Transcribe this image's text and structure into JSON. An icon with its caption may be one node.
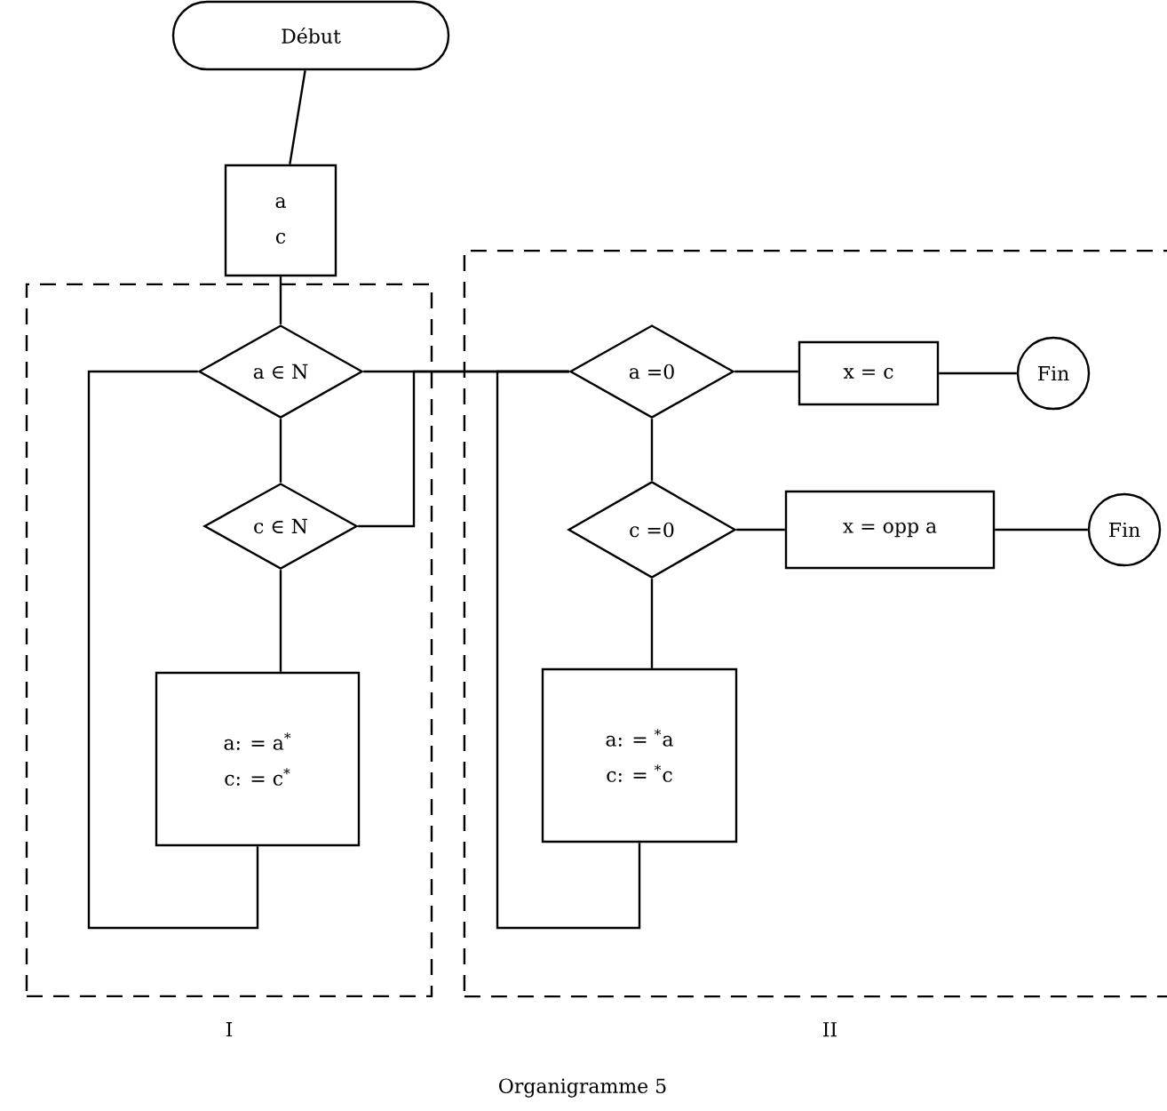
{
  "diagram": {
    "caption": "Organigramme 5",
    "nodes": [
      {
        "text": [
          "Début"
        ]
      },
      {
        "text": [
          "a",
          "c"
        ]
      },
      {
        "text": [
          "I"
        ]
      },
      {
        "text": [
          "II"
        ]
      },
      {
        "text": [
          "a ∈ N"
        ],
        "in": 2
      },
      {
        "text": [
          "c ∈ N"
        ],
        "in": 2
      },
      {
        "text": [
          "a: = a$^{*}$",
          "c: = c$^{*}$"
        ],
        "in": 2
      },
      {
        "text": [
          "a =0"
        ],
        "in": 3
      },
      {
        "text": [
          "x = c"
        ],
        "in": 3
      },
      {
        "text": [
          "Fin"
        ],
        "in": 3
      },
      {
        "text": [
          "c =0"
        ],
        "in": 3
      },
      {
        "text": [
          "x = opp a"
        ],
        "in": 3
      },
      {
        "text": [
          "Fin"
        ],
        "in": 3
      },
      {
        "text": [
          "a: = $^{*}$a",
          "c: = $^{*}$c"
        ],
        "in": 3
      }
    ],
    "edges": [
      {
        "from": 0,
        "to": 1,
        "arrow": "none"
      },
      {
        "from": 1,
        "to": 4,
        "arrow": "none"
      },
      {
        "from": 4,
        "to": 5,
        "arrow": "none"
      },
      {
        "from": 5,
        "to": 6,
        "arrow": "none"
      },
      {
        "from": 6,
        "to": 4,
        "arrow": "none"
      },
      {
        "from": 4,
        "to": 7,
        "arrow": "none"
      },
      {
        "from": 5,
        "to": 7,
        "arrow": "none"
      },
      {
        "from": 7,
        "to": 8,
        "arrow": "none"
      },
      {
        "from": 8,
        "to": 9,
        "arrow": "none"
      },
      {
        "from": 7,
        "to": 10,
        "arrow": "none"
      },
      {
        "from": 10,
        "to": 11,
        "arrow": "none"
      },
      {
        "from": 11,
        "to": 12,
        "arrow": "none"
      },
      {
        "from": 10,
        "to": 13,
        "arrow": "none"
      },
      {
        "from": 13,
        "to": 7,
        "arrow": "none"
      }
    ]
  }
}
